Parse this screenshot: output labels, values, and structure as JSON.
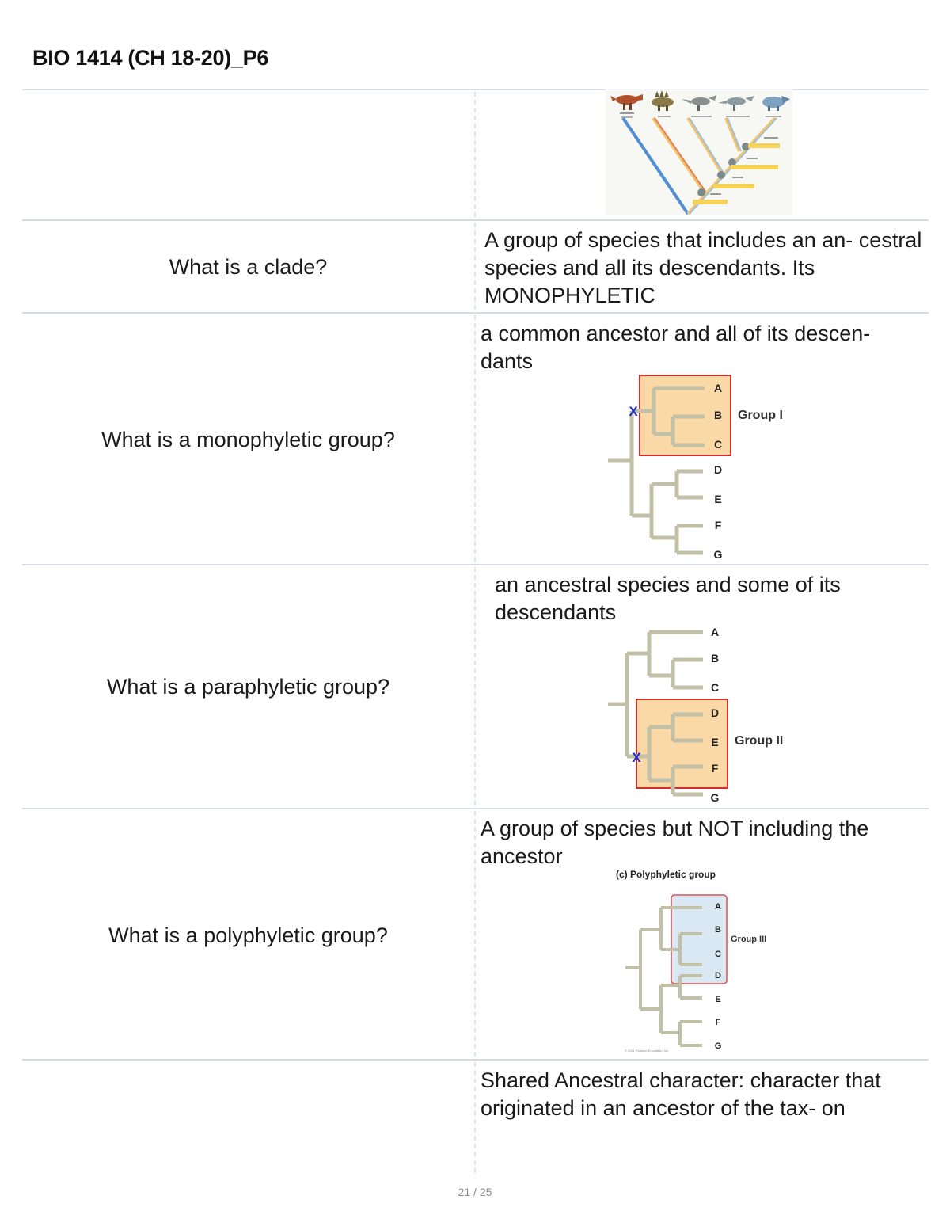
{
  "page": {
    "title": "BIO 1414 (CH 18-20)_P6",
    "footer": "21 / 25"
  },
  "cards": [
    {
      "question": "",
      "answer": ""
    },
    {
      "question": "What is a clade?",
      "answer": "A group of species that includes an an- cestral species and all its descendants. Its MONOPHYLETIC"
    },
    {
      "question": "What is a monophyletic group?",
      "answer": "a common ancestor and all of its descen- dants"
    },
    {
      "question": "What is a paraphyletic group?",
      "answer": "an ancestral species and some of its descendants"
    },
    {
      "question": "What is a polyphyletic group?",
      "answer": "A group of species but NOT including the ancestor"
    },
    {
      "question": "",
      "answer": "Shared Ancestral character: character that originated in an ancestor of the tax- on"
    }
  ],
  "figures": {
    "mono": {
      "taxa": [
        "A",
        "B",
        "C",
        "D",
        "E",
        "F",
        "G"
      ],
      "group_label": "Group I",
      "box_color": "#fbd9a6",
      "marker": "X"
    },
    "para": {
      "taxa": [
        "A",
        "B",
        "C",
        "D",
        "E",
        "F",
        "G"
      ],
      "group_label": "Group II",
      "box_color": "#fbd9a6",
      "marker": "X"
    },
    "poly": {
      "caption": "(c) Polyphyletic group",
      "taxa": [
        "A",
        "B",
        "C",
        "D",
        "E",
        "F",
        "G"
      ],
      "group_label": "Group III",
      "box_color": "#d9e8f3",
      "copyright": "© 2011 Pearson Education, Inc."
    }
  },
  "colors": {
    "branch": "#c3c0a8",
    "outline": "#d0312d",
    "marker": "#1f2fd1",
    "rule": "#d6dbe6"
  }
}
